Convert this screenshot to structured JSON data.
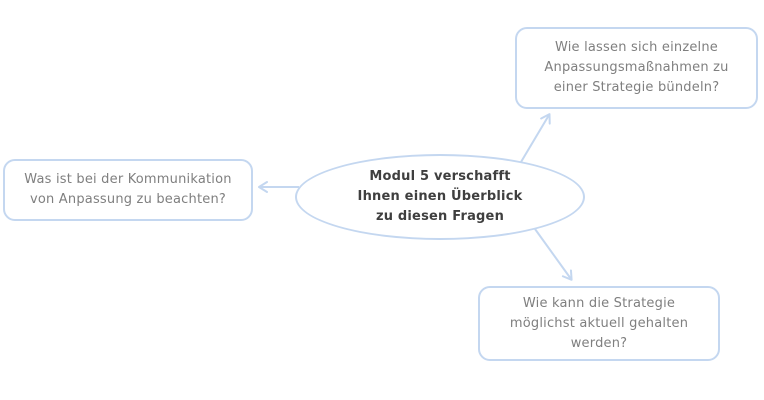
{
  "diagram": {
    "center_node": {
      "text": "Modul 5 verschafft\nIhnen einen Überblick\nzu diesen Fragen"
    },
    "questions": {
      "top_right": {
        "text": "Wie lassen sich einzelne\nAnpassungsmaßnahmen zu\neiner Strategie bündeln?"
      },
      "left": {
        "text": "Was ist bei der Kommunikation\nvon Anpassung zu beachten?"
      },
      "bottom_right": {
        "text": "Wie kann die Strategie\nmöglichst aktuell gehalten\nwerden?"
      }
    },
    "colors": {
      "connector_line": "#c4d7f0",
      "box_border": "#c4d7f0",
      "question_text": "#7f7f7f",
      "center_text": "#3f3f3f",
      "background": "#ffffff"
    }
  }
}
